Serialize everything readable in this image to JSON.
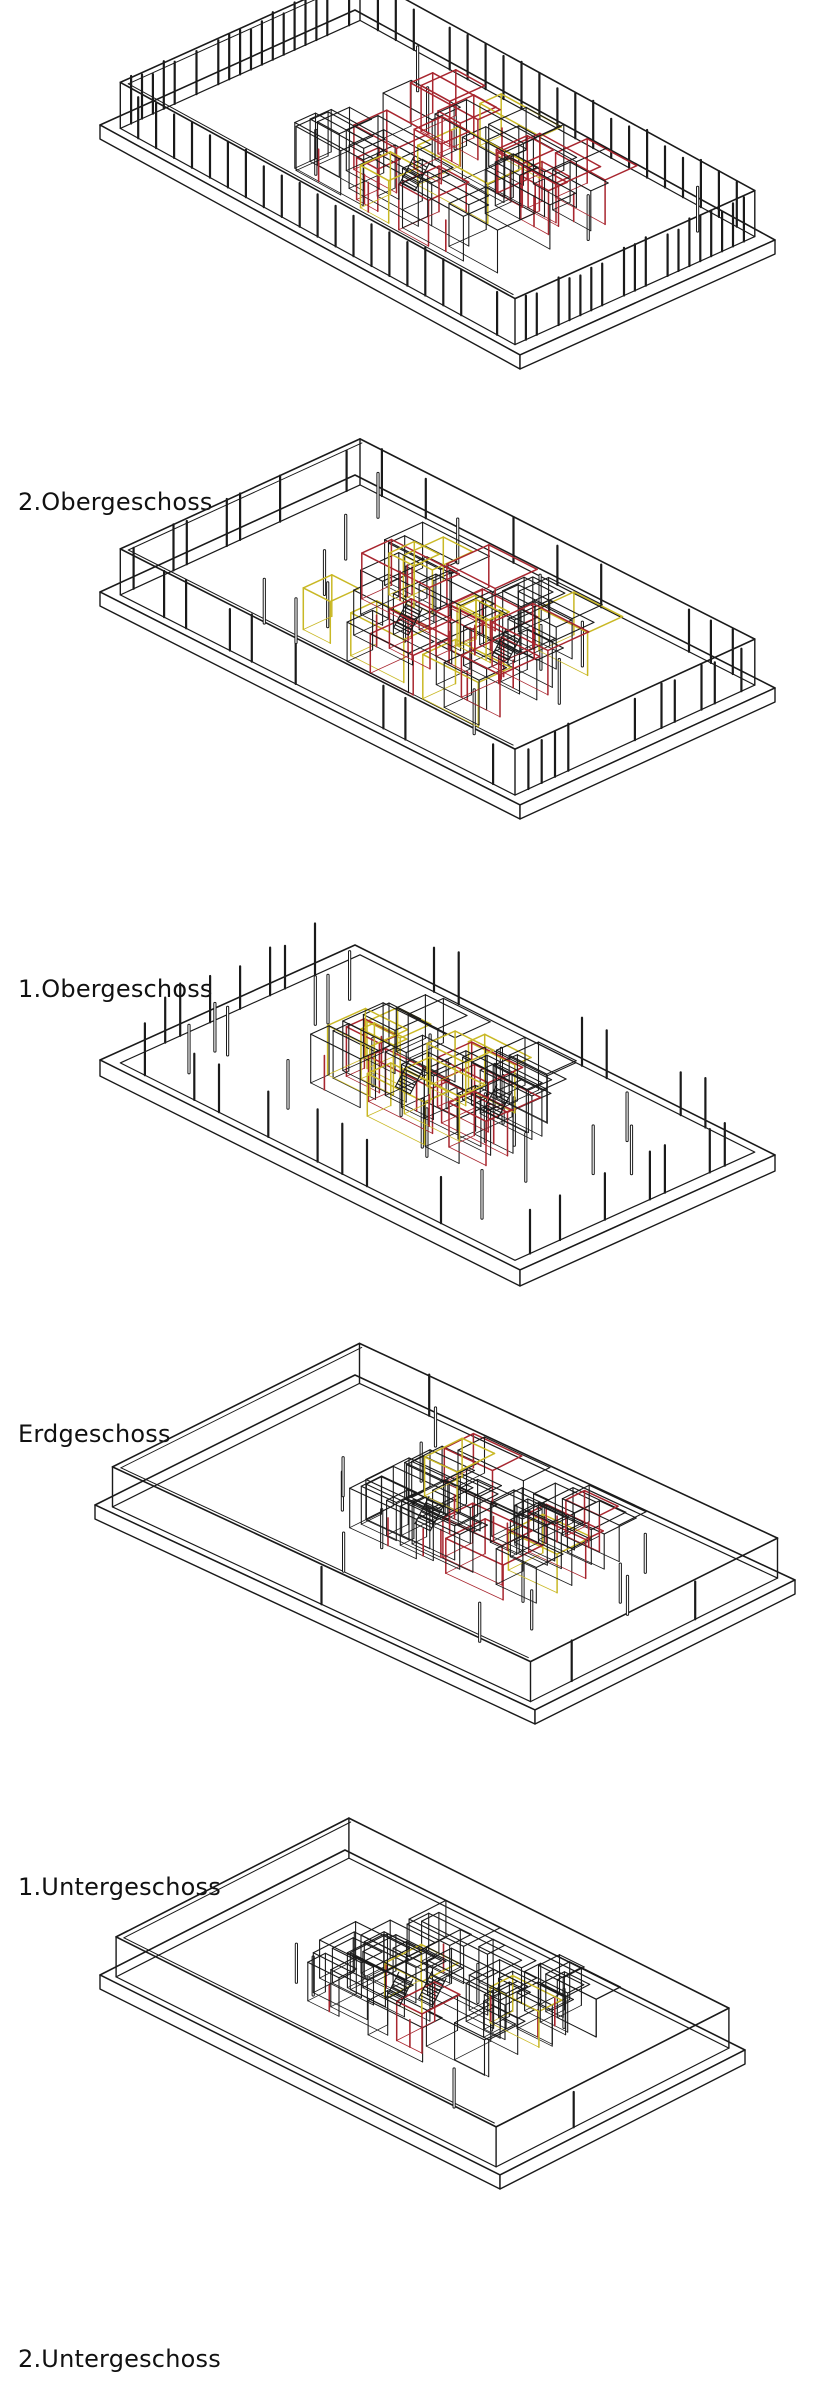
{
  "diagram": {
    "colors": {
      "background": "#ffffff",
      "structure": "#1a1a1a",
      "accent_red": "#a8262f",
      "accent_yellow": "#c9b825"
    },
    "floors": [
      {
        "label": "2.Obergeschoss"
      },
      {
        "label": "1.Obergeschoss"
      },
      {
        "label": "Erdgeschoss"
      },
      {
        "label": "1.Untergeschoss"
      },
      {
        "label": "2.Untergeschoss"
      }
    ]
  }
}
